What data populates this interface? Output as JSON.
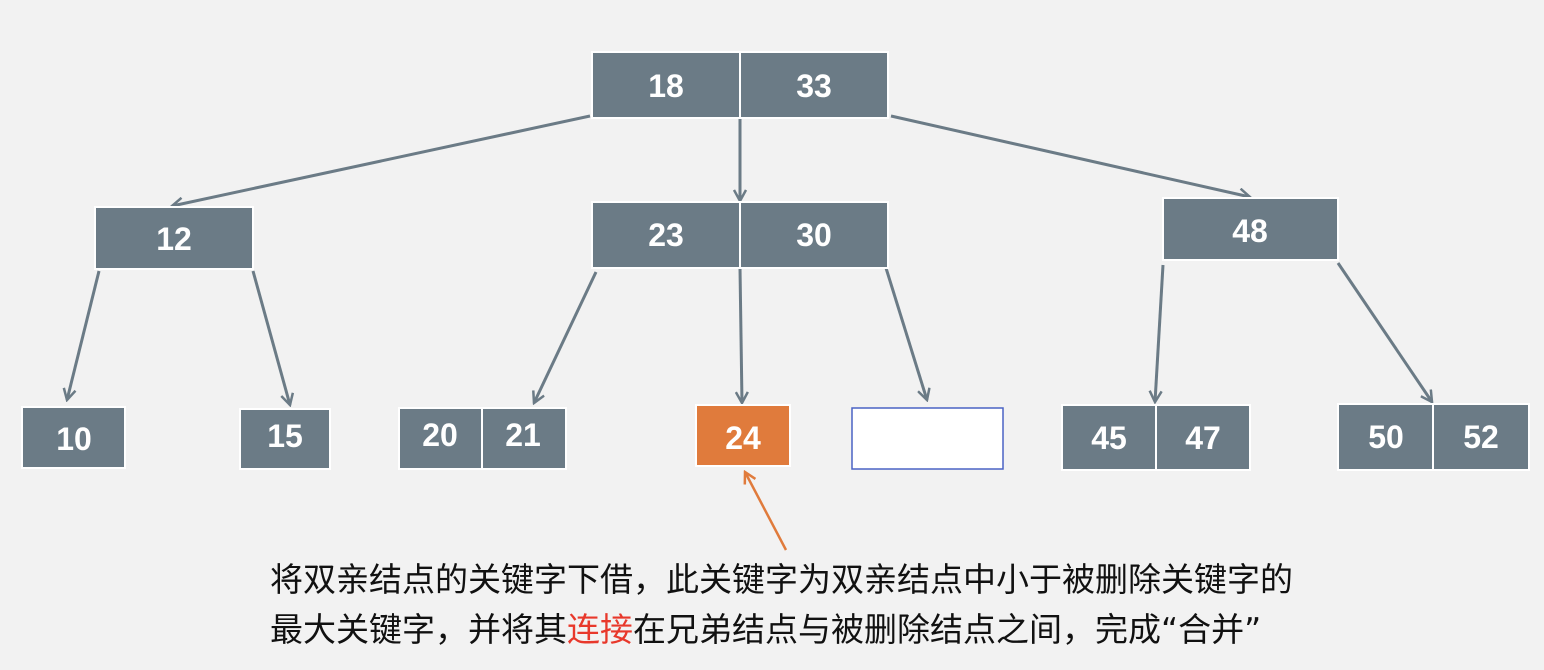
{
  "tree": {
    "root": {
      "keys": [
        "18",
        "33"
      ]
    },
    "level1": [
      {
        "keys": [
          "12"
        ]
      },
      {
        "keys": [
          "23",
          "30"
        ]
      },
      {
        "keys": [
          "48"
        ]
      }
    ],
    "leaves": [
      {
        "keys": [
          "10"
        ]
      },
      {
        "keys": [
          "15"
        ]
      },
      {
        "keys": [
          "20",
          "21"
        ]
      },
      {
        "keys": [
          "24"
        ],
        "state": "highlighted"
      },
      {
        "keys": [],
        "state": "empty-after-delete"
      },
      {
        "keys": [
          "45",
          "47"
        ]
      },
      {
        "keys": [
          "50",
          "52"
        ]
      }
    ]
  },
  "caption": {
    "line1": "将双亲结点的关键字下借，此关键字为双亲结点中小于被删除关键字的",
    "line2_before": "最大关键字，并将其",
    "line2_highlight": "连接",
    "line2_after": "在兄弟结点与被删除结点之间，完成“合并”"
  },
  "colors": {
    "node_fill": "#6b7b86",
    "node_border": "#ffffff",
    "highlight_fill": "#e07b3c",
    "arrow": "#6b7b86",
    "highlight_arrow": "#e07b3c",
    "empty_border": "#4a63c4",
    "caption_highlight": "#e8382b"
  }
}
